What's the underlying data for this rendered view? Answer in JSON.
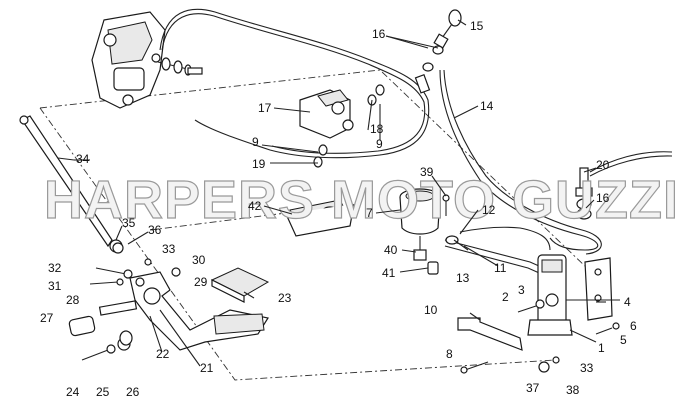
{
  "watermark": "HARPERS MOTO GUZZI©",
  "callouts": [
    {
      "id": "c15",
      "text": "15"
    },
    {
      "id": "c16a",
      "text": "16"
    },
    {
      "id": "c14",
      "text": "14"
    },
    {
      "id": "c17",
      "text": "17"
    },
    {
      "id": "c9a",
      "text": "9"
    },
    {
      "id": "c9b",
      "text": "9"
    },
    {
      "id": "c18",
      "text": "18"
    },
    {
      "id": "c19",
      "text": "19"
    },
    {
      "id": "c34",
      "text": "34"
    },
    {
      "id": "c39",
      "text": "39"
    },
    {
      "id": "c20",
      "text": "20"
    },
    {
      "id": "c16b",
      "text": "16"
    },
    {
      "id": "c42",
      "text": "42"
    },
    {
      "id": "c7",
      "text": "7"
    },
    {
      "id": "c12",
      "text": "12"
    },
    {
      "id": "c35",
      "text": "35"
    },
    {
      "id": "c36",
      "text": "36"
    },
    {
      "id": "c33a",
      "text": "33"
    },
    {
      "id": "c40",
      "text": "40"
    },
    {
      "id": "c32",
      "text": "32"
    },
    {
      "id": "c30",
      "text": "30"
    },
    {
      "id": "c13",
      "text": "13"
    },
    {
      "id": "c11",
      "text": "11"
    },
    {
      "id": "c41",
      "text": "41"
    },
    {
      "id": "c31",
      "text": "31"
    },
    {
      "id": "c29",
      "text": "29"
    },
    {
      "id": "c28",
      "text": "28"
    },
    {
      "id": "c23",
      "text": "23"
    },
    {
      "id": "c3",
      "text": "3"
    },
    {
      "id": "c2",
      "text": "2"
    },
    {
      "id": "c4",
      "text": "4"
    },
    {
      "id": "c10",
      "text": "10"
    },
    {
      "id": "c27",
      "text": "27"
    },
    {
      "id": "c6",
      "text": "6"
    },
    {
      "id": "c5",
      "text": "5"
    },
    {
      "id": "c22",
      "text": "22"
    },
    {
      "id": "c1",
      "text": "1"
    },
    {
      "id": "c21",
      "text": "21"
    },
    {
      "id": "c8",
      "text": "8"
    },
    {
      "id": "c33b",
      "text": "33"
    },
    {
      "id": "c24",
      "text": "24"
    },
    {
      "id": "c25",
      "text": "25"
    },
    {
      "id": "c26",
      "text": "26"
    },
    {
      "id": "c37",
      "text": "37"
    },
    {
      "id": "c38",
      "text": "38"
    }
  ]
}
